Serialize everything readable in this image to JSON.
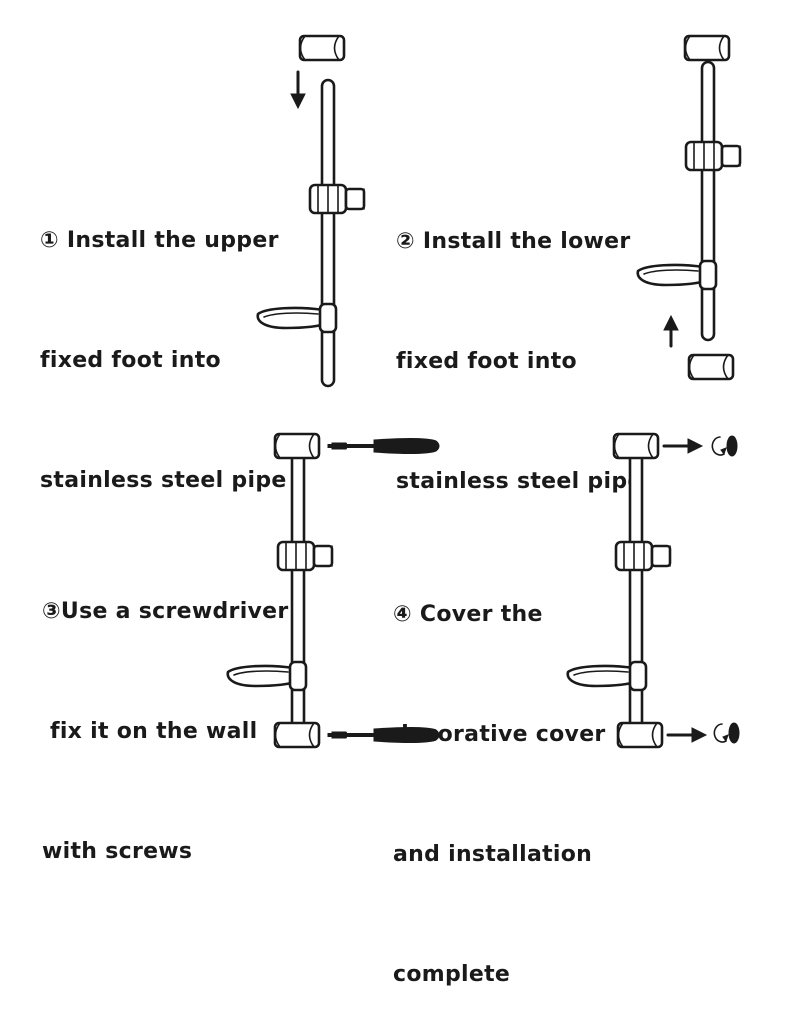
{
  "steps": [
    {
      "lines": [
        "① Install the upper",
        "fixed foot into",
        "stainless steel pipe"
      ]
    },
    {
      "lines": [
        "② Install the lower",
        "fixed foot into",
        "stainless steel pipe"
      ]
    },
    {
      "lines": [
        "③Use a screwdriver",
        " fix it on the wall",
        "with screws"
      ]
    },
    {
      "lines": [
        "④ Cover the",
        "decorative cover",
        "and installation",
        "complete"
      ]
    }
  ],
  "colors": {
    "line": "#1a1a1a",
    "background": "#ffffff"
  }
}
